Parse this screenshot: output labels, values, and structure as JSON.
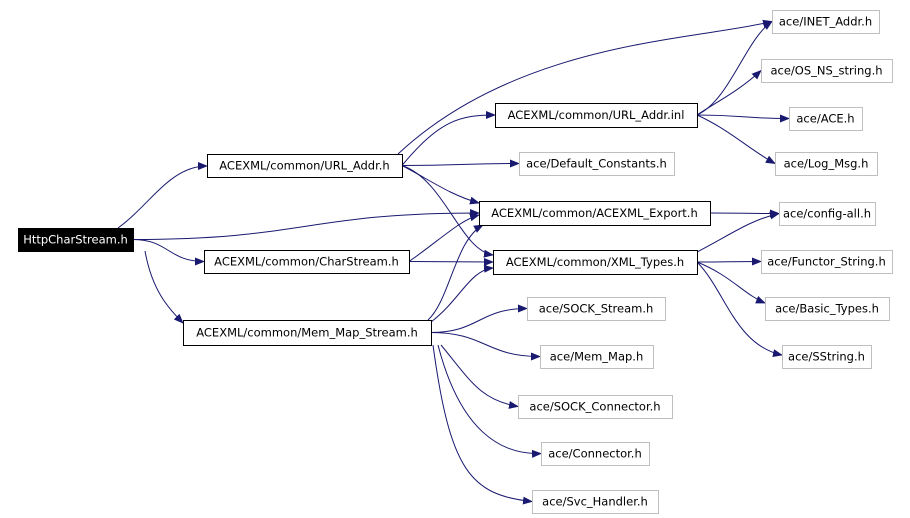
{
  "graph": {
    "root": "HttpCharStream.h",
    "nodes": [
      {
        "id": "root",
        "label": "HttpCharStream.h",
        "style": "root"
      },
      {
        "id": "url_addr_h",
        "label": "ACEXML/common/URL_Addr.h",
        "style": "internal"
      },
      {
        "id": "charstream_h",
        "label": "ACEXML/common/CharStream.h",
        "style": "internal"
      },
      {
        "id": "memmap_h",
        "label": "ACEXML/common/Mem_Map_Stream.h",
        "style": "internal"
      },
      {
        "id": "url_addr_inl",
        "label": "ACEXML/common/URL_Addr.inl",
        "style": "internal"
      },
      {
        "id": "default_constants",
        "label": "ace/Default_Constants.h",
        "style": "external"
      },
      {
        "id": "acexml_export",
        "label": "ACEXML/common/ACEXML_Export.h",
        "style": "internal"
      },
      {
        "id": "xml_types",
        "label": "ACEXML/common/XML_Types.h",
        "style": "internal"
      },
      {
        "id": "inet_addr",
        "label": "ace/INET_Addr.h",
        "style": "external"
      },
      {
        "id": "os_ns_string",
        "label": "ace/OS_NS_string.h",
        "style": "external"
      },
      {
        "id": "ace_h",
        "label": "ace/ACE.h",
        "style": "external"
      },
      {
        "id": "log_msg",
        "label": "ace/Log_Msg.h",
        "style": "external"
      },
      {
        "id": "config_all",
        "label": "ace/config-all.h",
        "style": "external"
      },
      {
        "id": "functor_string",
        "label": "ace/Functor_String.h",
        "style": "external"
      },
      {
        "id": "basic_types",
        "label": "ace/Basic_Types.h",
        "style": "external"
      },
      {
        "id": "sstring",
        "label": "ace/SString.h",
        "style": "external"
      },
      {
        "id": "sock_stream",
        "label": "ace/SOCK_Stream.h",
        "style": "external"
      },
      {
        "id": "mem_map",
        "label": "ace/Mem_Map.h",
        "style": "external"
      },
      {
        "id": "sock_connector",
        "label": "ace/SOCK_Connector.h",
        "style": "external"
      },
      {
        "id": "connector",
        "label": "ace/Connector.h",
        "style": "external"
      },
      {
        "id": "svc_handler",
        "label": "ace/Svc_Handler.h",
        "style": "external"
      }
    ],
    "edges": [
      [
        "root",
        "url_addr_h"
      ],
      [
        "root",
        "acexml_export"
      ],
      [
        "root",
        "charstream_h"
      ],
      [
        "root",
        "memmap_h"
      ],
      [
        "url_addr_h",
        "inet_addr"
      ],
      [
        "url_addr_h",
        "url_addr_inl"
      ],
      [
        "url_addr_h",
        "default_constants"
      ],
      [
        "url_addr_h",
        "acexml_export"
      ],
      [
        "url_addr_h",
        "xml_types"
      ],
      [
        "charstream_h",
        "acexml_export"
      ],
      [
        "charstream_h",
        "xml_types"
      ],
      [
        "memmap_h",
        "acexml_export"
      ],
      [
        "memmap_h",
        "xml_types"
      ],
      [
        "memmap_h",
        "sock_stream"
      ],
      [
        "memmap_h",
        "mem_map"
      ],
      [
        "memmap_h",
        "sock_connector"
      ],
      [
        "memmap_h",
        "connector"
      ],
      [
        "memmap_h",
        "svc_handler"
      ],
      [
        "url_addr_inl",
        "inet_addr"
      ],
      [
        "url_addr_inl",
        "os_ns_string"
      ],
      [
        "url_addr_inl",
        "ace_h"
      ],
      [
        "url_addr_inl",
        "log_msg"
      ],
      [
        "acexml_export",
        "config_all"
      ],
      [
        "xml_types",
        "config_all"
      ],
      [
        "xml_types",
        "functor_string"
      ],
      [
        "xml_types",
        "basic_types"
      ],
      [
        "xml_types",
        "sstring"
      ]
    ],
    "colors": {
      "edge": "#191970",
      "root_fill": "#000000",
      "root_text": "#ffffff",
      "internal_border": "#000000",
      "external_border": "#bfbfbf",
      "background": "#ffffff"
    }
  }
}
